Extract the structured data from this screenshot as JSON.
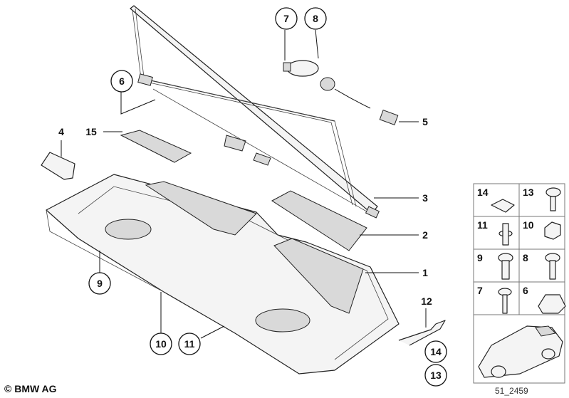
{
  "diagram": {
    "callouts": [
      {
        "id": "c1",
        "label": "1"
      },
      {
        "id": "c2",
        "label": "2"
      },
      {
        "id": "c3",
        "label": "3"
      },
      {
        "id": "c4",
        "label": "4"
      },
      {
        "id": "c5",
        "label": "5"
      },
      {
        "id": "c6",
        "label": "6"
      },
      {
        "id": "c7",
        "label": "7"
      },
      {
        "id": "c8",
        "label": "8"
      },
      {
        "id": "c9",
        "label": "9"
      },
      {
        "id": "c10",
        "label": "10"
      },
      {
        "id": "c11",
        "label": "11"
      },
      {
        "id": "c12",
        "label": "12"
      },
      {
        "id": "c13",
        "label": "13"
      },
      {
        "id": "c14",
        "label": "14"
      },
      {
        "id": "c15",
        "label": "15"
      }
    ],
    "fastener_grid": [
      {
        "label": "14"
      },
      {
        "label": "13"
      },
      {
        "label": "11"
      },
      {
        "label": "10"
      },
      {
        "label": "9"
      },
      {
        "label": "8"
      },
      {
        "label": "7"
      },
      {
        "label": "6"
      }
    ]
  },
  "footer": {
    "copyright": "© BMW AG",
    "drawing_number": "51_2459"
  }
}
